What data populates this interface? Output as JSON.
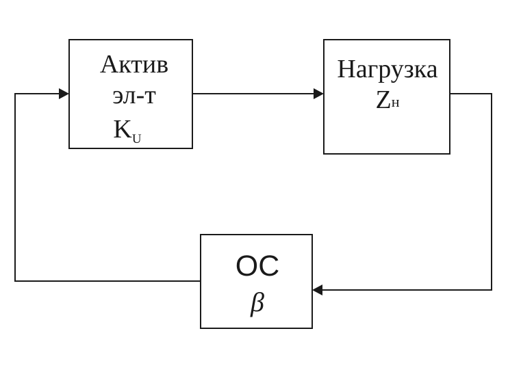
{
  "diagram": {
    "active_block": {
      "line1": "Актив",
      "line2": "эл-т",
      "symbol": "K",
      "symbol_sub": "U"
    },
    "load_block": {
      "line1": "Нагрузка",
      "symbol": "Z",
      "symbol_sub": "н"
    },
    "feedback_block": {
      "line1": "ОС",
      "symbol": "β"
    }
  }
}
